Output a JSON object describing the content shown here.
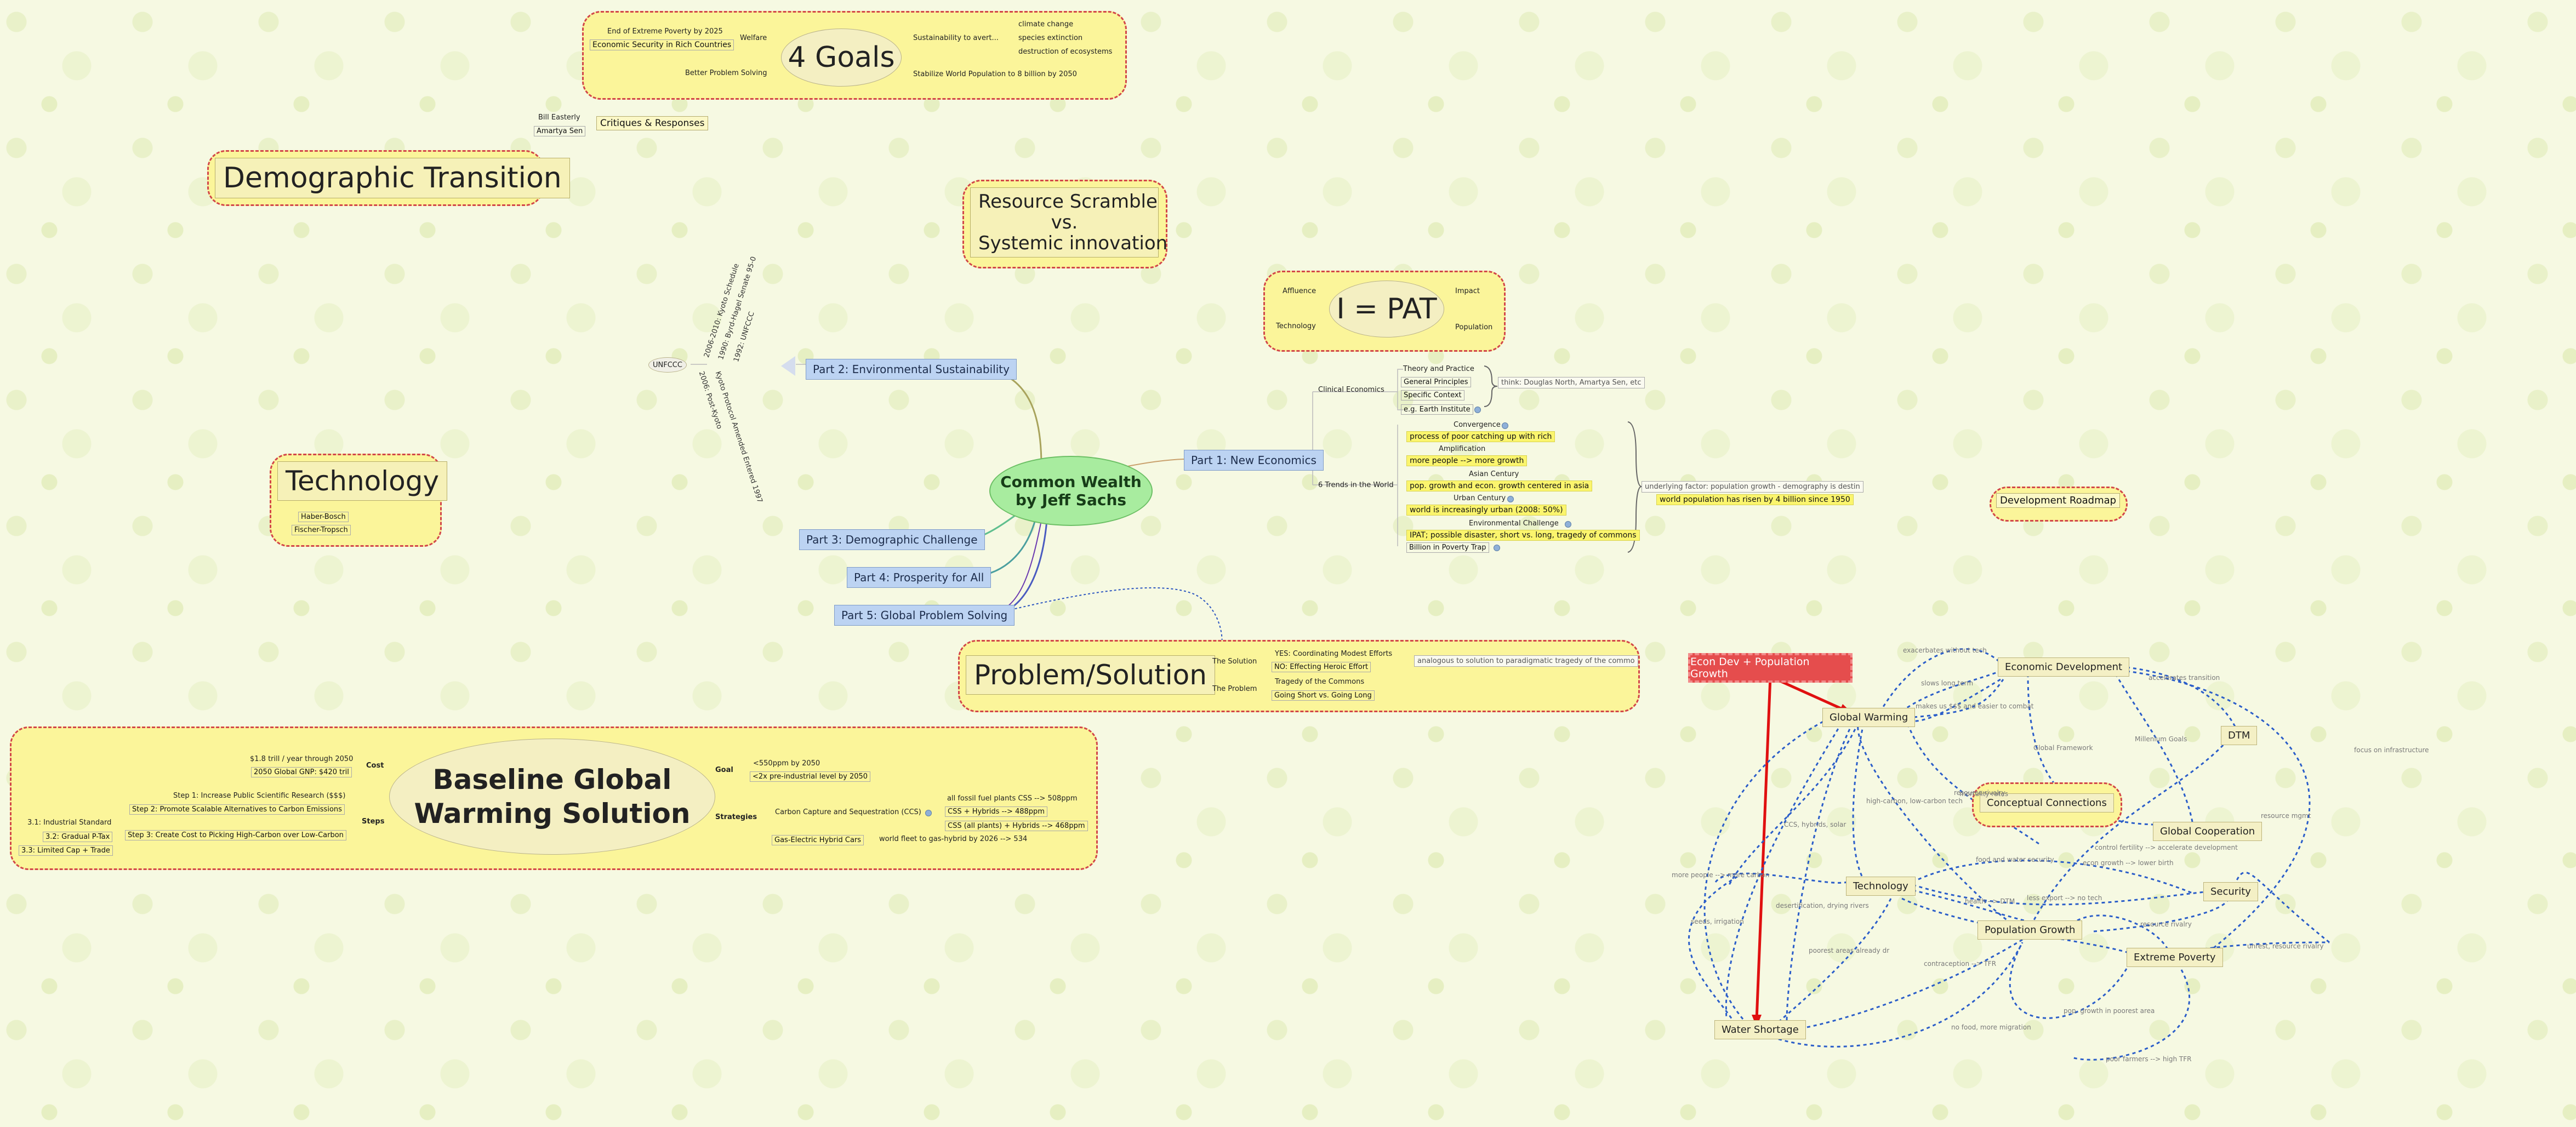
{
  "central": {
    "line1": "Common Wealth",
    "line2": "by Jeff Sachs"
  },
  "parts": {
    "p1": "Part 1: New Economics",
    "p2": "Part 2: Environmental Sustainability",
    "p3": "Part 3: Demographic Challenge",
    "p4": "Part 4: Prosperity for All",
    "p5": "Part 5: Global Problem Solving"
  },
  "goals": {
    "title": "4 Goals",
    "welfare": "Welfare",
    "end_poverty": "End of Extreme Poverty by 2025",
    "econ_security": "Economic Security in Rich Countries",
    "better_problem": "Better Problem Solving",
    "sustainability": "Sustainability to avert...",
    "climate": "climate change",
    "species": "species extinction",
    "ecosystems": "destruction of ecosystems",
    "stabilize": "Stabilize World Population to 8 billion by 2050"
  },
  "critiques": {
    "label": "Critiques & Responses",
    "easterly": "Bill Easterly",
    "sen": "Amartya Sen"
  },
  "demographic": {
    "title": "Demographic Transition"
  },
  "resource": {
    "line1": "Resource Scramble",
    "line2": "vs.",
    "line3": "Systemic innovation"
  },
  "ipat": {
    "title": "I = PAT",
    "affluence": "Affluence",
    "impact": "Impact",
    "technology": "Technology",
    "population": "Population"
  },
  "unfccc": {
    "label": "UNFCCC",
    "v1": "2006-2010: Kyoto Schedule",
    "v2": "1990: Byrd-Hagel Senate 95-0",
    "v3": "1992: UNFCCC",
    "v4": "2006: Post-Kyoto",
    "v5": "Kyoto Protocol Amended Entered 1997"
  },
  "new_econ": {
    "clinical": "Clinical Economics",
    "theory": "Theory and Practice",
    "general": "General Principles",
    "specific": "Specific Context",
    "earth": "e.g. Earth Institute",
    "think": "think: Douglas North, Amartya Sen, etc",
    "six_trends": "6 Trends in the World",
    "convergence": "Convergence",
    "conv_h": "process of poor catching up with rich",
    "amplification": "Amplification",
    "amp_h": "more people --> more growth",
    "asian": "Asian Century",
    "asian_h": "pop. growth and econ. growth centered in asia",
    "urban": "Urban Century",
    "urban_h": "world is increasingly urban (2008: 50%)",
    "env": "Environmental Challenge",
    "env_h": "IPAT; possible disaster, short vs. long, tragedy of commons",
    "billion": "Billion in Poverty Trap",
    "underlying": "underlying factor: population growth - demography is destin",
    "world_pop": "world population has risen by 4 billion since 1950"
  },
  "technology": {
    "title": "Technology",
    "haber": "Haber-Bosch",
    "fischer": "Fischer-Tropsch"
  },
  "dev_roadmap": "Development Roadmap",
  "problem": {
    "title": "Problem/Solution",
    "solution": "The Solution",
    "yes": "YES: Coordinating Modest Efforts",
    "no": "NO: Effecting Heroic Effort",
    "analogous": "analogous to solution to paradigmatic tragedy of the commo",
    "the_problem": "The Problem",
    "tragedy": "Tragedy of the Commons",
    "short_long": "Going Short vs. Going Long"
  },
  "baseline": {
    "line1": "Baseline Global",
    "line2": "Warming Solution",
    "cost": "Cost",
    "cost1": "$1.8 trill / year through 2050",
    "cost2": "2050 Global GNP: $420 tril",
    "steps": "Steps",
    "step1": "Step 1: Increase Public Scientific Research ($$$)",
    "step2": "Step 2: Promote Scalable Alternatives to Carbon Emissions",
    "step3": "Step 3: Create Cost to Picking High-Carbon over Low-Carbon",
    "s31": "3.1: Industrial Standard",
    "s32": "3.2: Gradual P-Tax",
    "s33": "3.3: Limited Cap + Trade",
    "goal": "Goal",
    "goal1": "<550ppm by 2050",
    "goal2": "<2x pre-industrial level by 2050",
    "strategies": "Strategies",
    "ccs": "Carbon Capture and Sequestration (CCS)",
    "ccs1": "all fossil fuel plants CSS --> 508ppm",
    "ccs2": "CSS + Hybrids --> 488ppm",
    "ccs3": "CSS (all plants) + Hybrids --> 468ppm",
    "gas": "Gas-Electric Hybrid Cars",
    "gas1": "world fleet to gas-hybrid by 2026 --> 534"
  },
  "concept": {
    "econ_pop": "Econ Dev + Population Growth",
    "econ_dev": "Economic Development",
    "global_warming": "Global Warming",
    "dtm": "DTM",
    "conceptual": "Conceptual Connections",
    "global_coop": "Global Cooperation",
    "technology": "Technology",
    "security": "Security",
    "pop_growth": "Population Growth",
    "extreme_poverty": "Extreme Poverty",
    "water": "Water Shortage"
  },
  "edge_labels": {
    "e1": "exacerbates without tech",
    "e2": "slows long term",
    "e3": "makes us $$$ and easier to combat",
    "e4": "accelerates transition",
    "e5": "Global Framework",
    "e6": "Millenium Goals",
    "e7": "focus on infrastructure",
    "e8": "high-carbon, low-carbon tech",
    "e9": "CCS, hybrids, solar",
    "e10": "resource mgmt",
    "e11": "resource rivalry",
    "e12": "health --> DTM",
    "e13": "food and water security",
    "e14": "econ growth --> lower birth",
    "e15": "control fertility --> accelerate development",
    "e16": "less export --> no tech",
    "e17": "more people --> more carbon",
    "e18": "desertification, drying rivers",
    "e19": "seeds, irrigation",
    "e20": "resource rivalry",
    "e21": "poorest areas already dr",
    "e22": "contraception --> TFR",
    "e23": "unrest, resource rivalry",
    "e24": "pop. growth in poorest area",
    "e25": "no food, more migration",
    "e26": "poor farmers --> high TFR",
    "e27": "mortality rates"
  }
}
